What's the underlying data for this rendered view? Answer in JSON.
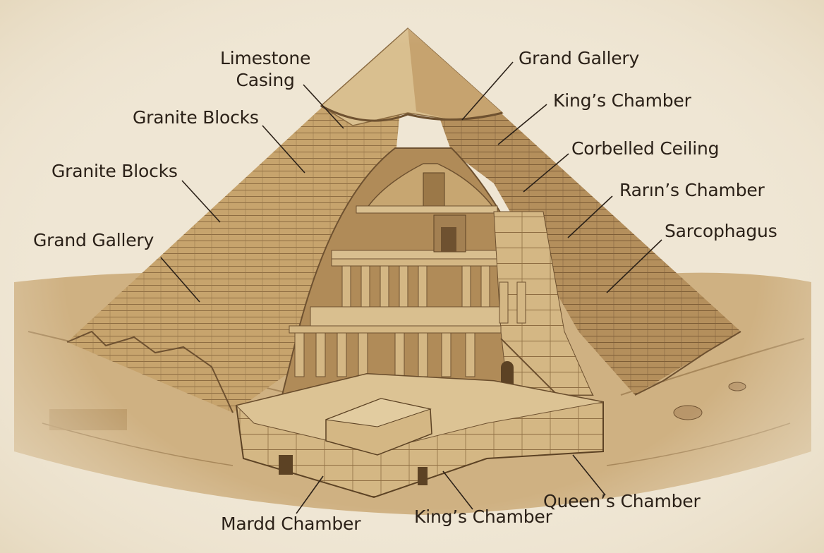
{
  "labels": {
    "limestone_casing": [
      "Limestone",
      "Casing"
    ],
    "granite_blocks_upper": "Granite Blocks",
    "granite_blocks_lower": "Granite Blocks",
    "grand_gallery_left": "Grand Gallery",
    "grand_gallery_right": "Grand Gallery",
    "kings_chamber_upper": "King’s Chamber",
    "corbelled_ceiling": "Corbelled Ceiling",
    "rarins_chamber": "Rarın’s Chamber",
    "sarcophagus": "Sarcophagus",
    "queens_chamber": "Queen’s Chamber",
    "kings_chamber_lower": "King’s Chamber",
    "mardd_chamber": "Mardd Chamber"
  },
  "colors": {
    "background": "#efe6d4",
    "sand": "#c9a874",
    "stone_light": "#d9bf8f",
    "stone_mid": "#bf9a63",
    "stone_dark": "#8a6a40",
    "ink": "#2b2118"
  }
}
